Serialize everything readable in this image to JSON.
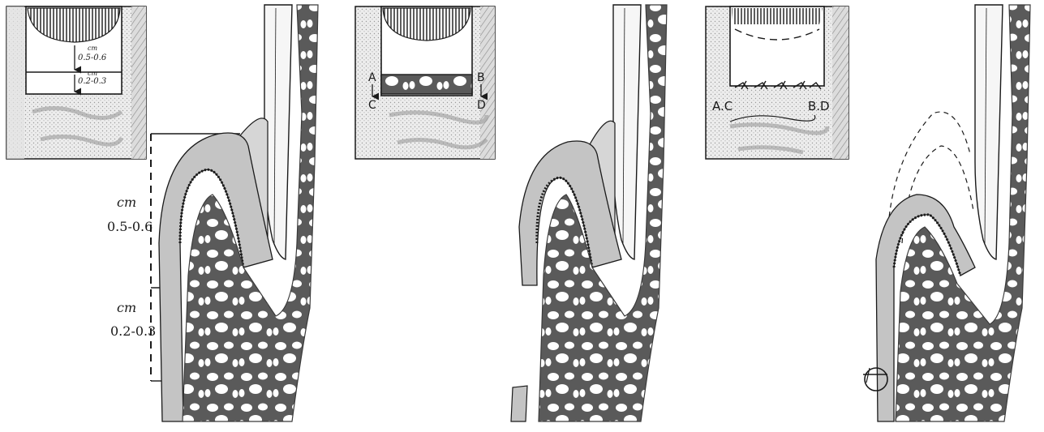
{
  "panel_1": {
    "inset": {
      "upper_unit": "cm",
      "upper_range": "0.5-0.6",
      "lower_unit": "cm",
      "lower_range": "0.2-0.3"
    },
    "scale": {
      "upper_unit": "cm",
      "upper_range": "0.5-0.6",
      "lower_unit": "cm",
      "lower_range": "0.2-0.3"
    }
  },
  "panel_2": {
    "inset": {
      "corner_a": "A",
      "corner_b": "B",
      "corner_c": "C",
      "corner_d": "D"
    }
  },
  "panel_3": {
    "inset": {
      "left_label": "A.C",
      "right_label": "B.D"
    }
  },
  "colors": {
    "ink": "#1a1a1a",
    "bone": "#555555",
    "gingiva": "#c4c4c4",
    "stipple": "#9a9a9a"
  }
}
